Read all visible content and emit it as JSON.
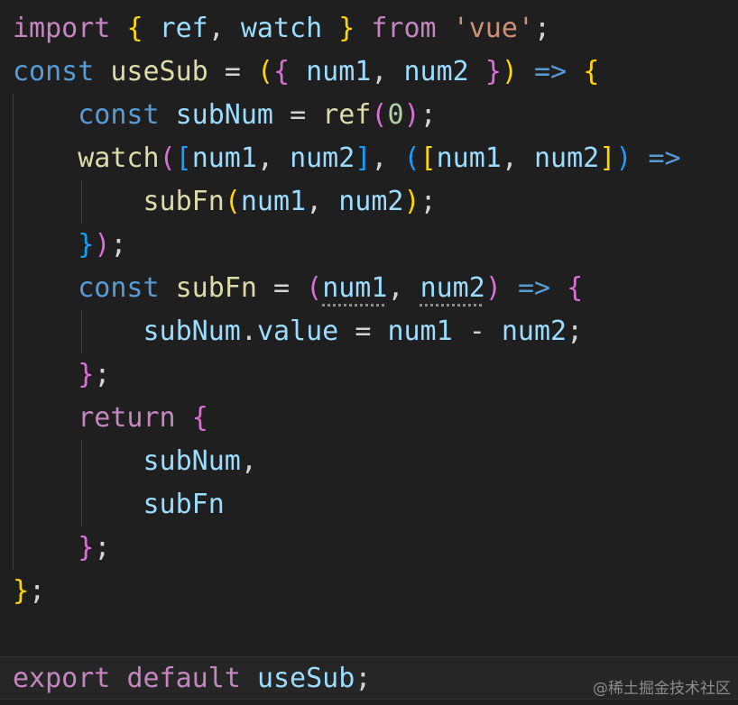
{
  "editor": {
    "lines": [
      {
        "tokens": [
          {
            "text": "import",
            "type": "kw"
          },
          {
            "text": " ",
            "type": "text"
          },
          {
            "text": "{",
            "type": "b1"
          },
          {
            "text": " ",
            "type": "text"
          },
          {
            "text": "ref",
            "type": "var"
          },
          {
            "text": ", ",
            "type": "punc"
          },
          {
            "text": "watch",
            "type": "var"
          },
          {
            "text": " ",
            "type": "text"
          },
          {
            "text": "}",
            "type": "b1"
          },
          {
            "text": " ",
            "type": "text"
          },
          {
            "text": "from",
            "type": "kw"
          },
          {
            "text": " ",
            "type": "text"
          },
          {
            "text": "'vue'",
            "type": "str"
          },
          {
            "text": ";",
            "type": "punc"
          }
        ]
      },
      {
        "tokens": [
          {
            "text": "const",
            "type": "decl"
          },
          {
            "text": " ",
            "type": "text"
          },
          {
            "text": "useSub",
            "type": "func"
          },
          {
            "text": " ",
            "type": "text"
          },
          {
            "text": "=",
            "type": "op"
          },
          {
            "text": " ",
            "type": "text"
          },
          {
            "text": "(",
            "type": "b1"
          },
          {
            "text": "{",
            "type": "b2"
          },
          {
            "text": " ",
            "type": "text"
          },
          {
            "text": "num1",
            "type": "var"
          },
          {
            "text": ", ",
            "type": "punc"
          },
          {
            "text": "num2",
            "type": "var"
          },
          {
            "text": " ",
            "type": "text"
          },
          {
            "text": "}",
            "type": "b2"
          },
          {
            "text": ")",
            "type": "b1"
          },
          {
            "text": " ",
            "type": "text"
          },
          {
            "text": "=>",
            "type": "decl"
          },
          {
            "text": " ",
            "type": "text"
          },
          {
            "text": "{",
            "type": "b1"
          }
        ]
      },
      {
        "tokens": [
          {
            "text": "    ",
            "type": "text"
          },
          {
            "text": "const",
            "type": "decl"
          },
          {
            "text": " ",
            "type": "text"
          },
          {
            "text": "subNum",
            "type": "var"
          },
          {
            "text": " ",
            "type": "text"
          },
          {
            "text": "=",
            "type": "op"
          },
          {
            "text": " ",
            "type": "text"
          },
          {
            "text": "ref",
            "type": "func"
          },
          {
            "text": "(",
            "type": "b2"
          },
          {
            "text": "0",
            "type": "num"
          },
          {
            "text": ")",
            "type": "b2"
          },
          {
            "text": ";",
            "type": "punc"
          }
        ]
      },
      {
        "tokens": [
          {
            "text": "    ",
            "type": "text"
          },
          {
            "text": "watch",
            "type": "func"
          },
          {
            "text": "(",
            "type": "b2"
          },
          {
            "text": "[",
            "type": "b3"
          },
          {
            "text": "num1",
            "type": "var"
          },
          {
            "text": ", ",
            "type": "punc"
          },
          {
            "text": "num2",
            "type": "var"
          },
          {
            "text": "]",
            "type": "b3"
          },
          {
            "text": ", ",
            "type": "punc"
          },
          {
            "text": "(",
            "type": "b3"
          },
          {
            "text": "[",
            "type": "b1"
          },
          {
            "text": "num1",
            "type": "var"
          },
          {
            "text": ", ",
            "type": "punc"
          },
          {
            "text": "num2",
            "type": "var"
          },
          {
            "text": "]",
            "type": "b1"
          },
          {
            "text": ")",
            "type": "b3"
          },
          {
            "text": " ",
            "type": "text"
          },
          {
            "text": "=>",
            "type": "decl"
          }
        ]
      },
      {
        "tokens": [
          {
            "text": "        ",
            "type": "text"
          },
          {
            "text": "subFn",
            "type": "func"
          },
          {
            "text": "(",
            "type": "b1"
          },
          {
            "text": "num1",
            "type": "var"
          },
          {
            "text": ", ",
            "type": "punc"
          },
          {
            "text": "num2",
            "type": "var"
          },
          {
            "text": ")",
            "type": "b1"
          },
          {
            "text": ";",
            "type": "punc"
          }
        ]
      },
      {
        "tokens": [
          {
            "text": "    ",
            "type": "text"
          },
          {
            "text": "}",
            "type": "b3"
          },
          {
            "text": ")",
            "type": "b2"
          },
          {
            "text": ";",
            "type": "punc"
          }
        ]
      },
      {
        "tokens": [
          {
            "text": "    ",
            "type": "text"
          },
          {
            "text": "const",
            "type": "decl"
          },
          {
            "text": " ",
            "type": "text"
          },
          {
            "text": "subFn",
            "type": "func"
          },
          {
            "text": " ",
            "type": "text"
          },
          {
            "text": "=",
            "type": "op"
          },
          {
            "text": " ",
            "type": "text"
          },
          {
            "text": "(",
            "type": "b2"
          },
          {
            "text": "num1",
            "type": "hint"
          },
          {
            "text": ", ",
            "type": "punc"
          },
          {
            "text": "num2",
            "type": "hint"
          },
          {
            "text": ")",
            "type": "b2"
          },
          {
            "text": " ",
            "type": "text"
          },
          {
            "text": "=>",
            "type": "decl"
          },
          {
            "text": " ",
            "type": "text"
          },
          {
            "text": "{",
            "type": "b2"
          }
        ]
      },
      {
        "tokens": [
          {
            "text": "        ",
            "type": "text"
          },
          {
            "text": "subNum",
            "type": "var"
          },
          {
            "text": ".",
            "type": "punc"
          },
          {
            "text": "value",
            "type": "var"
          },
          {
            "text": " ",
            "type": "text"
          },
          {
            "text": "=",
            "type": "op"
          },
          {
            "text": " ",
            "type": "text"
          },
          {
            "text": "num1",
            "type": "var"
          },
          {
            "text": " ",
            "type": "text"
          },
          {
            "text": "-",
            "type": "op"
          },
          {
            "text": " ",
            "type": "text"
          },
          {
            "text": "num2",
            "type": "var"
          },
          {
            "text": ";",
            "type": "punc"
          }
        ]
      },
      {
        "tokens": [
          {
            "text": "    ",
            "type": "text"
          },
          {
            "text": "}",
            "type": "b2"
          },
          {
            "text": ";",
            "type": "punc"
          }
        ]
      },
      {
        "tokens": [
          {
            "text": "    ",
            "type": "text"
          },
          {
            "text": "return",
            "type": "kw"
          },
          {
            "text": " ",
            "type": "text"
          },
          {
            "text": "{",
            "type": "b2"
          }
        ]
      },
      {
        "tokens": [
          {
            "text": "        ",
            "type": "text"
          },
          {
            "text": "subNum",
            "type": "var"
          },
          {
            "text": ",",
            "type": "punc"
          }
        ]
      },
      {
        "tokens": [
          {
            "text": "        ",
            "type": "text"
          },
          {
            "text": "subFn",
            "type": "var"
          }
        ]
      },
      {
        "tokens": [
          {
            "text": "    ",
            "type": "text"
          },
          {
            "text": "}",
            "type": "b2"
          },
          {
            "text": ";",
            "type": "punc"
          }
        ]
      },
      {
        "tokens": [
          {
            "text": "}",
            "type": "b1"
          },
          {
            "text": ";",
            "type": "punc"
          }
        ]
      },
      {
        "tokens": []
      },
      {
        "current": true,
        "tokens": [
          {
            "text": "export",
            "type": "kw"
          },
          {
            "text": " ",
            "type": "text"
          },
          {
            "text": "default",
            "type": "kw"
          },
          {
            "text": " ",
            "type": "text"
          },
          {
            "text": "useSub",
            "type": "var"
          },
          {
            "text": ";",
            "type": "punc"
          }
        ]
      }
    ]
  },
  "watermark": "@稀土掘金技术社区"
}
